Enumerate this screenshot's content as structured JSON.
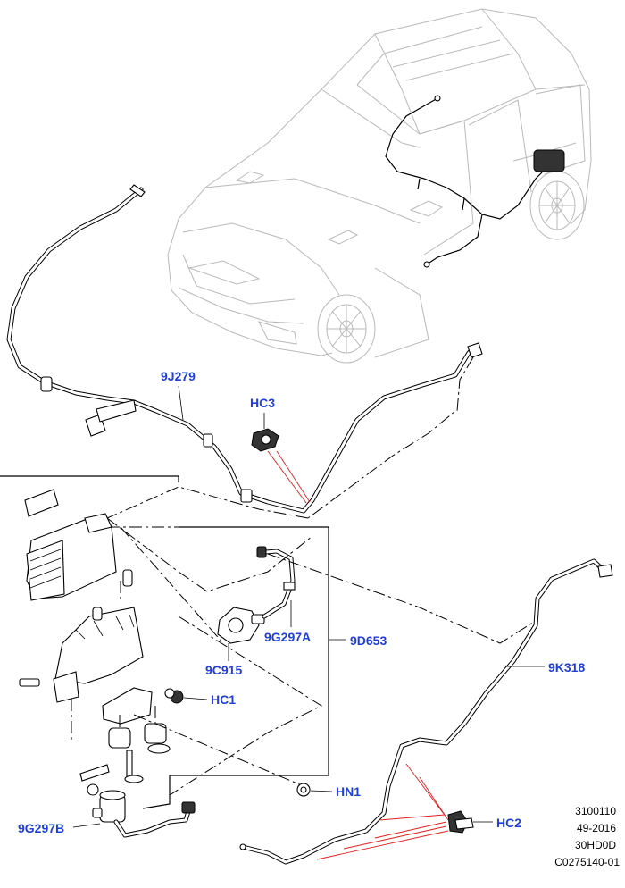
{
  "callouts": {
    "c9J279": "9J279",
    "cHC3": "HC3",
    "c9G297A": "9G297A",
    "c9D653": "9D653",
    "c9C915": "9C915",
    "cHC1": "HC1",
    "c9K318": "9K318",
    "cHN1": "HN1",
    "cHC2": "HC2",
    "c9G297B": "9G297B"
  },
  "reference": {
    "line1": "3100110",
    "line2": "49-2016",
    "line3": "30HD0D",
    "line4": "C0275140-01"
  },
  "colors": {
    "callout": "#1f3fd6",
    "leader_red": "#e02020",
    "vehicle_outline": "#b9b9b9"
  }
}
